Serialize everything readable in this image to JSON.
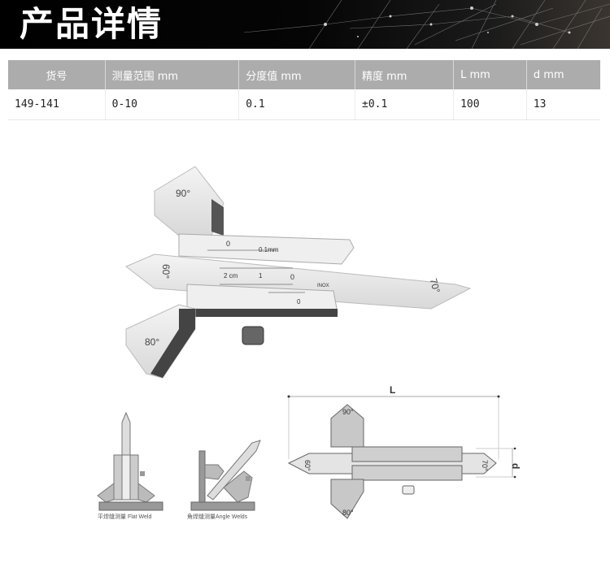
{
  "banner": {
    "title": "产品详情"
  },
  "spec_table": {
    "headers": [
      "货号",
      "测量范围 mm",
      "分度值 mm",
      "精度 mm",
      "L mm",
      "d mm"
    ],
    "rows": [
      [
        "149-141",
        "0-10",
        "0.1",
        "±0.1",
        "100",
        "13"
      ]
    ]
  },
  "photo": {
    "angles": {
      "top": "90°",
      "left": "60°",
      "bottom": "80°",
      "right": "70°"
    },
    "scale_labels": {
      "vernier_top": "0.1mm",
      "zero_top": "0",
      "cm": "2 cm",
      "one": "1",
      "zero_mid": "0",
      "zero_bottom": "0",
      "mark": "INOX"
    }
  },
  "usage": {
    "flat_weld_caption": "平焊缝测量 Flat Weld",
    "angle_weld_caption": "角焊缝测量Angle Welds"
  },
  "dimension_diagram": {
    "length_label": "L",
    "depth_label": "d",
    "angles": {
      "top": "90°",
      "left": "60°",
      "bottom": "80°",
      "right": "70°"
    }
  }
}
